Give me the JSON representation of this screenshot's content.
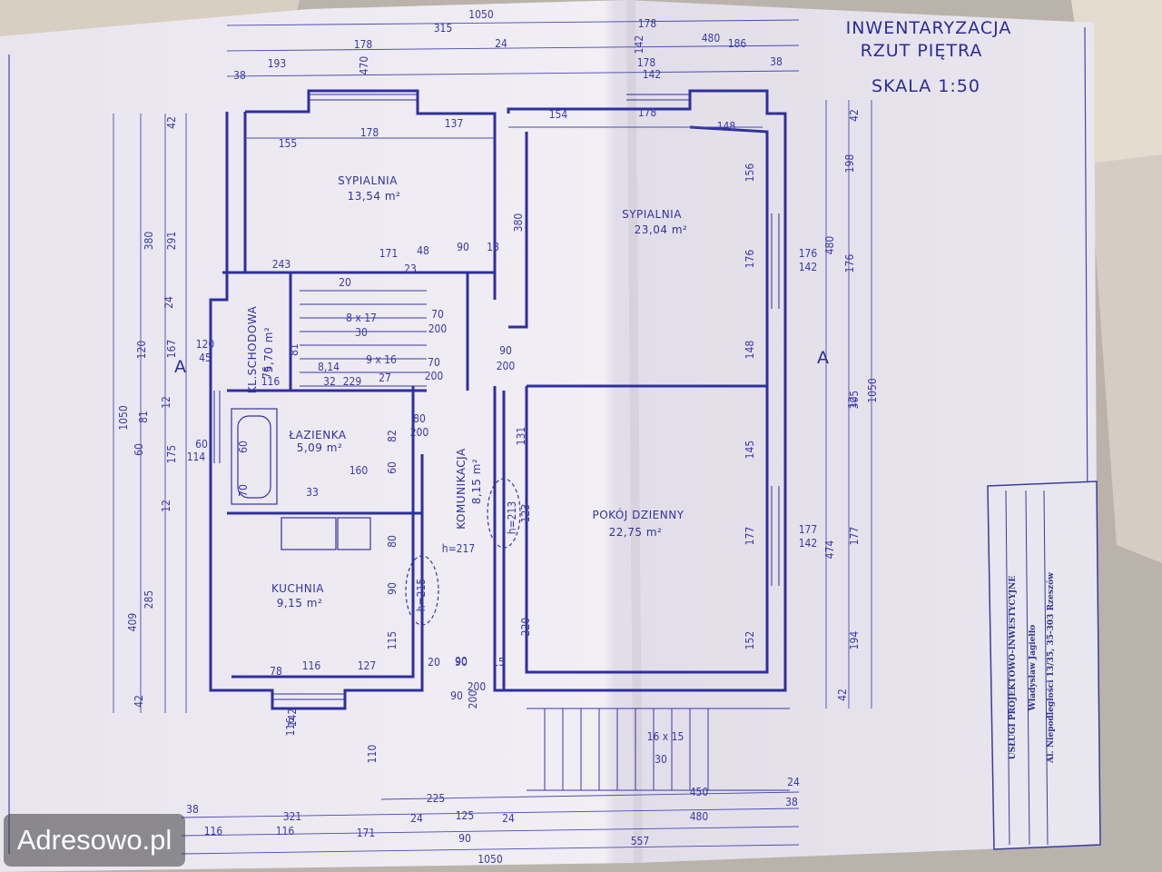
{
  "header": {
    "line1": "INWENTARYZACJA",
    "line2": "RZUT PIĘTRA",
    "scale": "SKALA 1:50"
  },
  "rooms": {
    "bedroom_left": {
      "name": "SYPIALNIA",
      "area": "13,54 m²"
    },
    "bedroom_right": {
      "name": "SYPIALNIA",
      "area": "23,04 m²"
    },
    "klatka": {
      "name": "KL.SCHODOWA",
      "area": "5,70 m²"
    },
    "bathroom": {
      "name": "ŁAZIENKA",
      "area": "5,09 m²"
    },
    "corridor": {
      "name": "KOMUNIKACJA",
      "area": "8,15 m²"
    },
    "living": {
      "name": "POKÓJ DZIENNY",
      "area": "22,75 m²"
    },
    "kitchen": {
      "name": "KUCHNIA",
      "area": "9,15 m²"
    }
  },
  "section_marks": {
    "left": "A",
    "right": "A"
  },
  "dimensions": {
    "top_total": "1050",
    "top_row": [
      "38",
      "193",
      "178",
      "470",
      "178",
      "142",
      "315",
      "24",
      "178",
      "480",
      "142",
      "186",
      "38"
    ],
    "top_inner": [
      "155",
      "178",
      "137",
      "154",
      "178",
      "148"
    ],
    "stairs": [
      "243",
      "171",
      "48",
      "90",
      "18",
      "20",
      "23",
      "8 x 17",
      "30",
      "9 x 16",
      "27",
      "32",
      "229",
      "8,14",
      "70",
      "200",
      "70",
      "200",
      "90",
      "200"
    ],
    "left_total": "1050",
    "left_col": [
      "42",
      "380",
      "24",
      "120",
      "12",
      "60",
      "12",
      "285",
      "42"
    ],
    "left_col2": [
      "291",
      "167",
      "81",
      "175",
      "409"
    ],
    "left_misc": [
      "120",
      "45",
      "60",
      "114",
      "60",
      "70",
      "116",
      "76",
      "81"
    ],
    "right_total": "1050",
    "right_col": [
      "42",
      "198",
      "176",
      "305",
      "12",
      "177",
      "194",
      "42"
    ],
    "right_col2": [
      "480",
      "474"
    ],
    "right_inner": [
      "156",
      "176",
      "142",
      "176",
      "148",
      "145",
      "177",
      "142",
      "177",
      "152"
    ],
    "middle": [
      "380",
      "131",
      "123",
      "220",
      "82",
      "80",
      "200",
      "60",
      "160",
      "33",
      "80",
      "90",
      "115",
      "90",
      "200",
      "20",
      "90",
      "15",
      "90",
      "200",
      "110",
      "78",
      "116",
      "127",
      "116",
      "142"
    ],
    "heights": [
      "h=213",
      "h=217",
      "h=215"
    ],
    "stairs_front": [
      "16 x 15",
      "30"
    ],
    "bottom_row1": [
      "38",
      "321",
      "24",
      "125",
      "24",
      "450",
      "24",
      "38"
    ],
    "bottom_row2": [
      "116",
      "116",
      "171",
      "90",
      "480"
    ],
    "bottom_mid": [
      "225",
      "557"
    ],
    "bottom_total": "1050"
  },
  "stamp": {
    "line1": "USŁUGI PROJEKTOWO-INWESTYCYJNE",
    "line2": "Władysław Jagiełło",
    "line3": "Al. Niepodległości 13/35, 35-303 Rzeszów"
  },
  "watermark": "Adresowo.pl"
}
